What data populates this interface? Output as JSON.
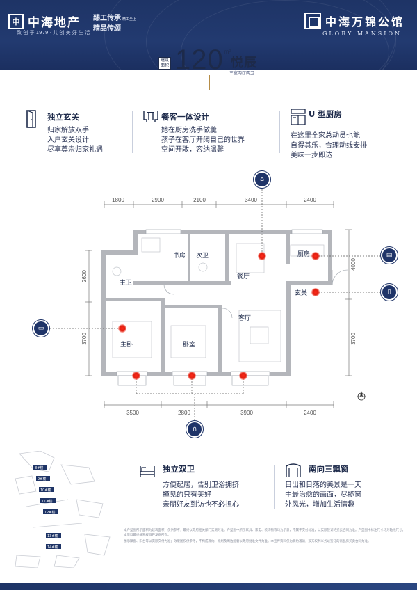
{
  "header": {
    "brand_mark": "中",
    "brand_name": "中海地产",
    "brand_tagline": "致 创 于 1979 · 共 创 美 好 生 活",
    "slogan_line1": "臻工传承",
    "slogan_small": "精工至上",
    "slogan_line2": "精品传颂",
    "project_cn": "中海万锦公馆",
    "project_en": "GLORY MANSION"
  },
  "unit": {
    "area_label": "建筑面积",
    "area_value": "120",
    "area_unit": "m²",
    "name": "悦辰",
    "layout_desc": "三室两厅两卫"
  },
  "features_top": [
    {
      "icon": "door-icon",
      "title": "独立玄关",
      "lines": [
        "归家解放双手",
        "入户玄关设计",
        "尽享尊崇归家礼遇"
      ]
    },
    {
      "icon": "dining-icon",
      "title": "餐客一体设计",
      "lines": [
        "她在厨房洗手做羹",
        "孩子在客厅开阔自己的世界",
        "空间开敞，容纳温馨"
      ]
    },
    {
      "icon": "kitchen-icon",
      "title": "U 型厨房",
      "lines": [
        "在这里全家总动员也能",
        "自得其乐，合理动线安排",
        "美味一步即达"
      ]
    }
  ],
  "plan": {
    "top_dims": [
      "1800",
      "2900",
      "2100",
      "3400",
      "2400"
    ],
    "bottom_dims": [
      "3500",
      "2800",
      "3900",
      "2400"
    ],
    "left_dims": [
      "2600",
      "3700"
    ],
    "right_dims": [
      "4000",
      "3700"
    ],
    "rooms": {
      "study": "书房",
      "second_bath": "次卫",
      "dining": "餐厅",
      "kitchen": "厨房",
      "master_bath": "主卫",
      "entrance": "玄关",
      "master_bed": "主卧",
      "bedroom": "卧室",
      "living": "客厅"
    }
  },
  "features_bottom": [
    {
      "icon": "bath-icon",
      "title": "独立双卫",
      "lines": [
        "方便起居，告别卫浴拥挤",
        "撞见的只有美好",
        "亲朋好友到访也不必担心"
      ]
    },
    {
      "icon": "window-icon",
      "title": "南向三飘窗",
      "lines": [
        "日出和日落的美景是一天",
        "中最治愈的画面，尽揽窗",
        "外风光，增加生活情趣"
      ]
    }
  ],
  "site_plan": {
    "buildings": [
      "8#楼",
      "9#楼",
      "10#楼",
      "11#楼",
      "12#楼",
      "13#楼",
      "14#楼"
    ]
  },
  "notes": [
    "本户型图所示面积为建筑面积，仅供参考，最终以政府相关部门实测为准。户型图中所示家具、家电、装饰物等均为示意，不属于交付标准，以实际签订的买卖合同为准。户型图中标注尺寸均为轴线尺寸。本资料最终解释权归开发商所有。",
    "图示飘窗、阳台等以实际交付为准；效果图仅供参考，不构成要约。规划及周边配套以政府批准文件为准。本宣传资料仅为要约邀请，双方权利义务以签订的商品房买卖合同为准。"
  ],
  "colors": {
    "navy": "#1e3466",
    "gold": "#b68d47",
    "red": "#e01f10"
  }
}
